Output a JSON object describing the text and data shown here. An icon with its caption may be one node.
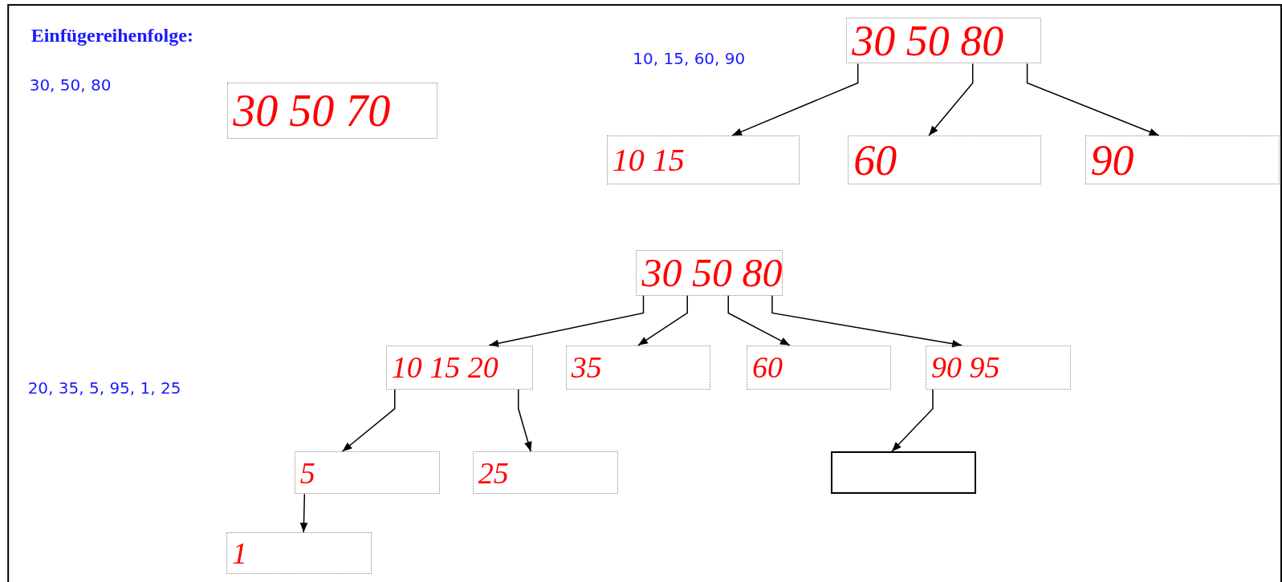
{
  "diagram": {
    "nodes": [
      {
        "text": [
          "30 50 70"
        ]
      },
      {
        "text": [
          "30 50 80"
        ]
      },
      {
        "text": [
          "10 15"
        ]
      },
      {
        "text": [
          "60"
        ]
      },
      {
        "text": [
          "90"
        ]
      },
      {
        "text": [
          "30 50 80"
        ]
      },
      {
        "text": [
          "10 15 20"
        ]
      },
      {
        "text": [
          "35"
        ]
      },
      {
        "text": [
          "60"
        ]
      },
      {
        "text": [
          "90 95"
        ]
      },
      {
        "text": [
          "5"
        ]
      },
      {
        "text": [
          "25"
        ]
      },
      {
        "text": [],
        "shape": "box"
      },
      {
        "text": [
          "1"
        ]
      }
    ],
    "edges": [
      {
        "from": 1,
        "to": 2,
        "arrow": "to"
      },
      {
        "from": 1,
        "to": 3,
        "arrow": "to"
      },
      {
        "from": 1,
        "to": 4,
        "arrow": "to"
      },
      {
        "from": 5,
        "to": 6,
        "arrow": "to"
      },
      {
        "from": 5,
        "to": 7,
        "arrow": "to"
      },
      {
        "from": 5,
        "to": 8,
        "arrow": "to"
      },
      {
        "from": 5,
        "to": 9,
        "arrow": "to"
      },
      {
        "from": 6,
        "to": 10,
        "arrow": "to"
      },
      {
        "from": 6,
        "to": 11,
        "arrow": "to"
      },
      {
        "from": 9,
        "to": 12,
        "arrow": "to"
      },
      {
        "from": 10,
        "to": 13,
        "arrow": "to"
      }
    ],
    "labels": [
      "Einfügereihenfolge:",
      "30, 50, 80",
      "10, 15, 60, 90",
      "20, 35, 5, 95, 1, 25"
    ]
  }
}
